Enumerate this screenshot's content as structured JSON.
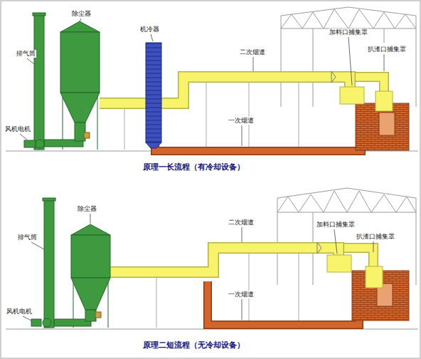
{
  "diagram": {
    "labels": [
      "排气筒",
      "除尘器",
      "机冷器",
      "风机电机",
      "二次烟道",
      "加料口捕集罩",
      "扒渣口捕集罩",
      "一次烟道",
      "原理一长流程（有冷却设备）",
      "排气筒",
      "除尘器",
      "风机电机",
      "二次烟道",
      "加料口捕集罩",
      "扒渣口捕集罩",
      "一次烟道",
      "原理二短流程（无冷却设备）"
    ]
  }
}
